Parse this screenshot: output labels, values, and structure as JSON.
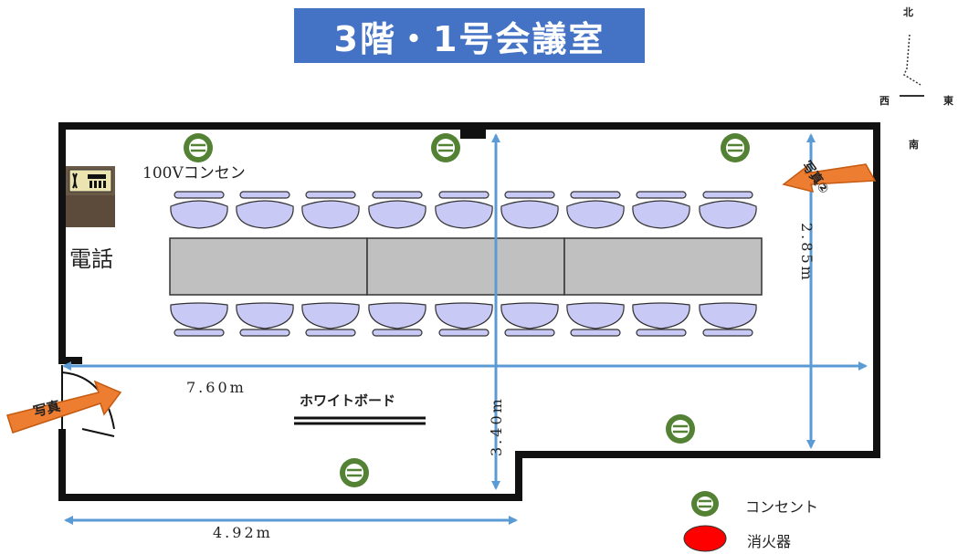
{
  "title": "3階・1号会議室",
  "compass": {
    "north": "北",
    "south": "南",
    "east": "東",
    "west": "西"
  },
  "labels": {
    "outlet_100v": "100Vコンセン",
    "phone": "電話",
    "whiteboard": "ホワイトボード",
    "photo1": "写真",
    "photo2": "写真②",
    "width_total": "7.60m",
    "depth_max": "3.40m",
    "depth_right": "2.85m",
    "width_bottom": "4.92m"
  },
  "legend": {
    "outlet": "コンセント",
    "extinguisher": "消火器"
  },
  "colors": {
    "title_bg": "#4472c4",
    "dimension": "#5b9bd5",
    "chair": "#c9c9f5",
    "table": "#c0c0c0",
    "outlet": "#548235",
    "extinguisher": "#ff0000",
    "arrow": "#ed7d31"
  }
}
